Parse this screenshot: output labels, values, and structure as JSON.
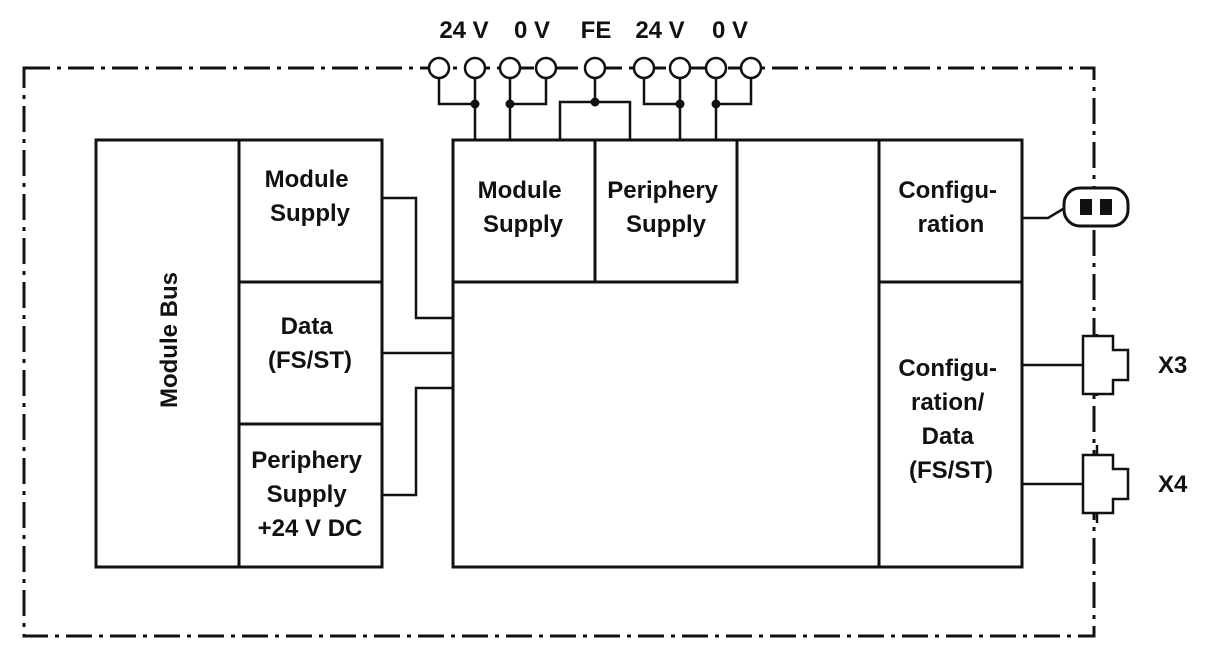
{
  "terminals": {
    "t1": "24 V",
    "t2": "0 V",
    "t3": "FE",
    "t4": "24 V",
    "t5": "0 V"
  },
  "module_bus": "Module Bus",
  "left_blocks": {
    "module_supply": [
      "Module",
      "Supply"
    ],
    "data": [
      "Data",
      "(FS/ST)"
    ],
    "periphery_supply": [
      "Periphery",
      "Supply",
      "+24 V DC"
    ]
  },
  "top_blocks": {
    "module_supply": [
      "Module",
      "Supply"
    ],
    "periphery_supply": [
      "Periphery",
      "Supply"
    ]
  },
  "right_blocks": {
    "configuration": [
      "Configu-",
      "ration"
    ],
    "config_data": [
      "Configu-",
      "ration/",
      "Data",
      "(FS/ST)"
    ]
  },
  "connectors": {
    "x3": "X3",
    "x4": "X4"
  }
}
